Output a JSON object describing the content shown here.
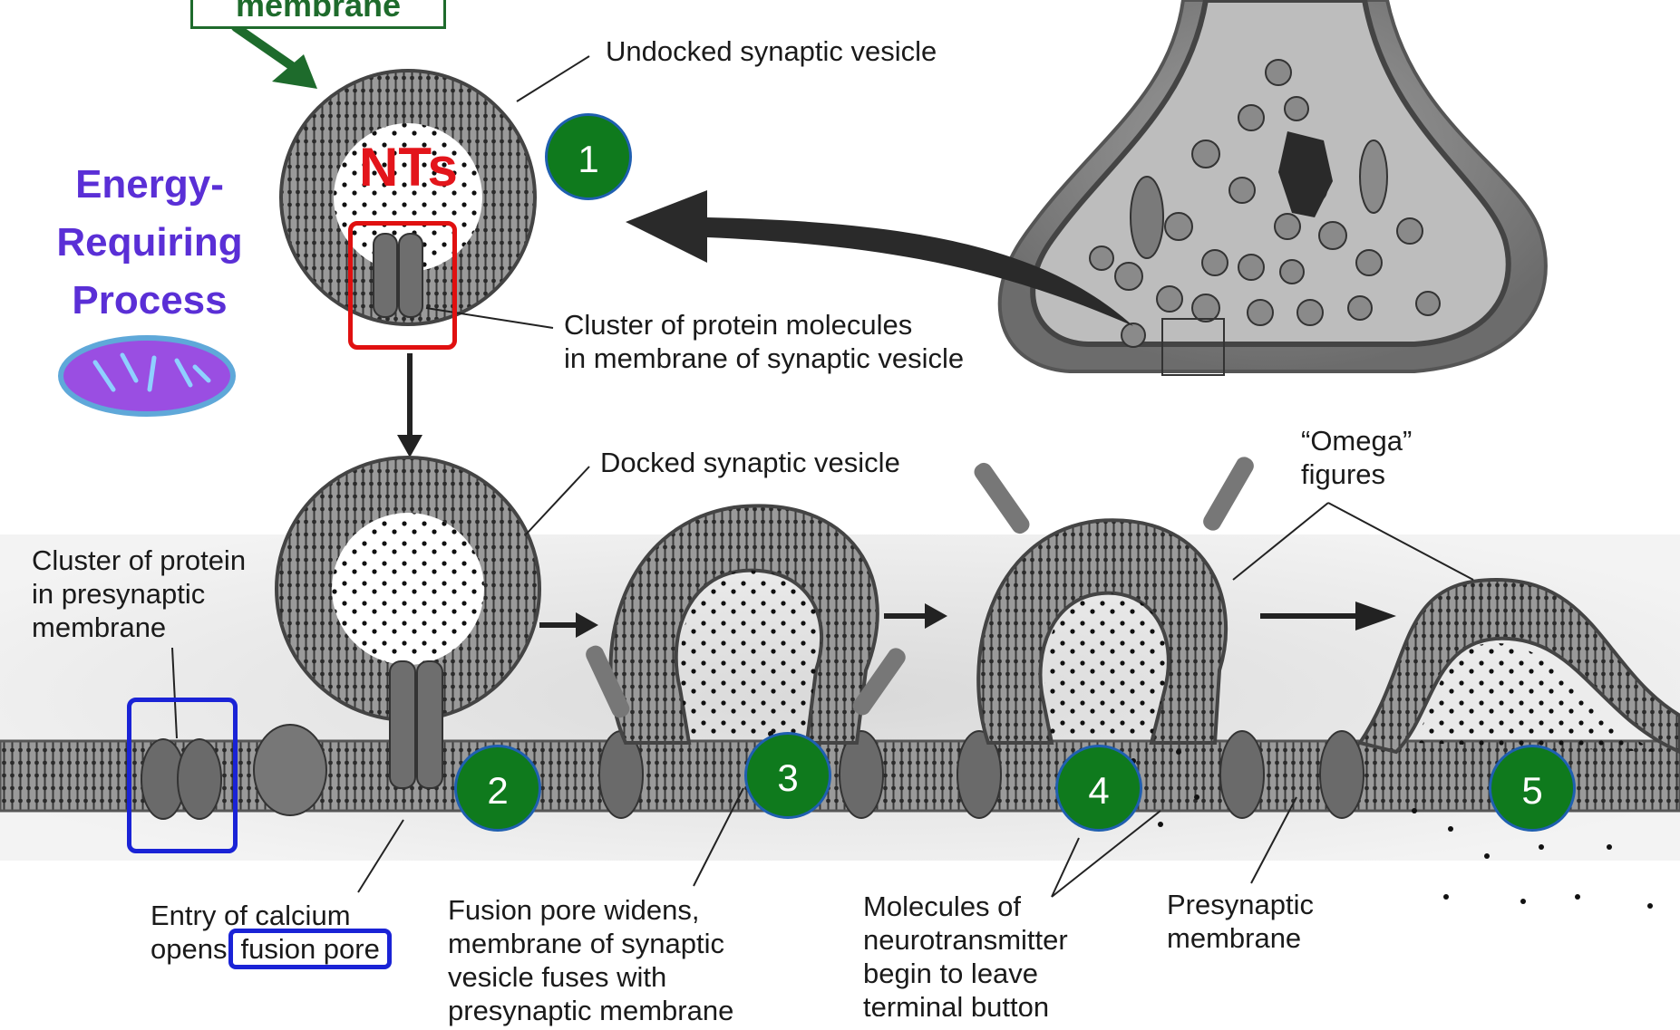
{
  "header_box": {
    "text": "membrane"
  },
  "nts_label": "NTs",
  "energy_label": [
    "Energy-",
    "Requiring",
    "Process"
  ],
  "step_numbers": [
    "1",
    "2",
    "3",
    "4",
    "5"
  ],
  "labels": {
    "undocked": "Undocked synaptic vesicle",
    "cluster_vesicle": [
      "Cluster of protein molecules",
      "in membrane of synaptic vesicle"
    ],
    "docked": "Docked synaptic vesicle",
    "omega": [
      "“Omega”",
      "figures"
    ],
    "cluster_presynaptic": [
      "Cluster of protein",
      "in presynaptic",
      "membrane"
    ],
    "entry_calcium": [
      "Entry of calcium",
      "opens",
      "fusion pore"
    ],
    "fusion_widens": [
      "Fusion pore widens,",
      "membrane of synaptic",
      "vesicle fuses with",
      "presynaptic membrane"
    ],
    "molecules": [
      "Molecules of",
      "neurotransmitter",
      "begin to leave",
      "terminal button"
    ],
    "presynaptic_membrane": [
      "Presynaptic",
      "membrane"
    ]
  },
  "colors": {
    "step_circle": "#0f7a1d",
    "energy_text": "#5a2fd6",
    "nts_text": "#e3151b",
    "header_box_border": "#1e6b2c",
    "highlight_red": "#e01010",
    "highlight_blue": "#1a23d6"
  },
  "icons": [
    "mitochondrion-icon",
    "arrow-down-icon",
    "arrow-right-icon",
    "curved-arrow-icon"
  ]
}
